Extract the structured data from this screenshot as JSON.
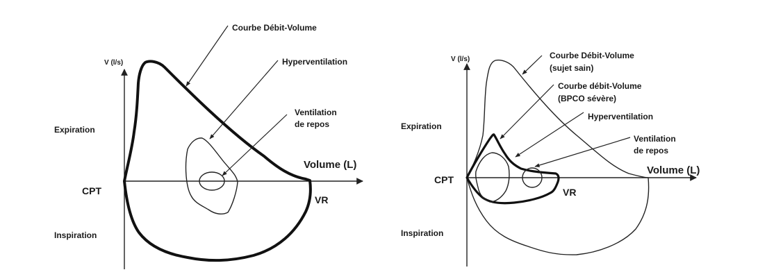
{
  "diagrams": [
    {
      "id": "healthy",
      "y_axis_label": "V (l/s)",
      "x_axis_label": "Volume (L)",
      "origin_label": "CPT",
      "end_label": "VR",
      "upper_region_label": "Expiration",
      "lower_region_label": "Inspiration",
      "annotations": [
        {
          "label": "Courbe Débit-Volume",
          "target": "flow-volume-curve"
        },
        {
          "label": "Hyperventilation",
          "target": "hyperventilation-loop"
        },
        {
          "label_lines": [
            "Ventilation",
            "de repos"
          ],
          "target": "rest-ventilation-loop"
        }
      ]
    },
    {
      "id": "copd",
      "y_axis_label": "V (l/s)",
      "x_axis_label": "Volume (L)",
      "origin_label": "CPT",
      "end_label": "VR",
      "upper_region_label": "Expiration",
      "lower_region_label": "Inspiration",
      "annotations": [
        {
          "label_lines": [
            "Courbe Débit-Volume",
            "(sujet sain)"
          ],
          "target": "healthy-flow-volume-curve"
        },
        {
          "label_lines": [
            "Courbe débit-Volume",
            "(BPCO sévère)"
          ],
          "target": "copd-flow-volume-curve"
        },
        {
          "label": "Hyperventilation",
          "target": "hyperventilation-loop"
        },
        {
          "label_lines": [
            "Ventilation",
            "de repos"
          ],
          "target": "rest-ventilation-loop"
        }
      ]
    }
  ]
}
